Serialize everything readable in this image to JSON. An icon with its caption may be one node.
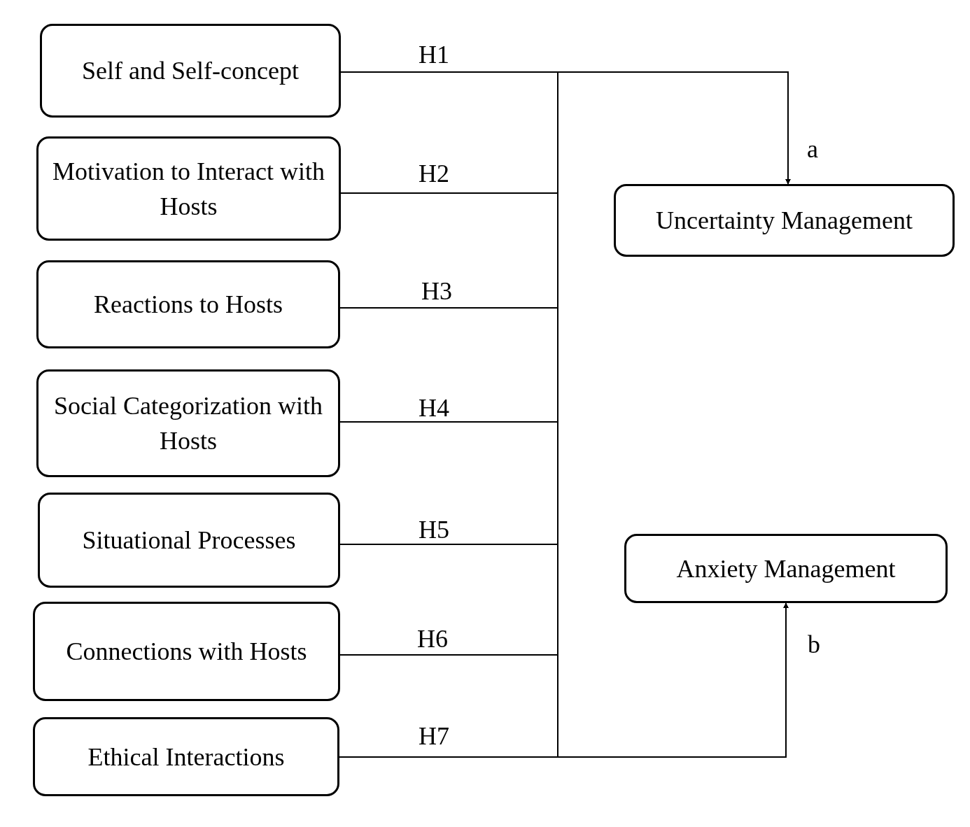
{
  "diagram": {
    "nodes": [
      {
        "text": [
          "Self and Self-concept"
        ]
      },
      {
        "text": [
          "Motivation to Interact with Hosts"
        ]
      },
      {
        "text": [
          "Reactions to Hosts"
        ]
      },
      {
        "text": [
          "Social Categorization with Hosts"
        ]
      },
      {
        "text": [
          "Situational Processes"
        ]
      },
      {
        "text": [
          "Connections with Hosts"
        ]
      },
      {
        "text": [
          "Ethical Interactions"
        ]
      },
      {
        "text": [
          "Uncertainty Management"
        ]
      },
      {
        "text": [
          "Anxiety Management"
        ]
      }
    ],
    "edges": [
      {
        "from": 0,
        "to": 7,
        "arrow": "to"
      },
      {
        "from": 0,
        "to": 8,
        "arrow": "to"
      },
      {
        "from": 1,
        "to": 7,
        "arrow": "to"
      },
      {
        "from": 1,
        "to": 8,
        "arrow": "to"
      },
      {
        "from": 2,
        "to": 7,
        "arrow": "to"
      },
      {
        "from": 2,
        "to": 8,
        "arrow": "to"
      },
      {
        "from": 3,
        "to": 7,
        "arrow": "to"
      },
      {
        "from": 3,
        "to": 8,
        "arrow": "to"
      },
      {
        "from": 4,
        "to": 7,
        "arrow": "to"
      },
      {
        "from": 4,
        "to": 8,
        "arrow": "to"
      },
      {
        "from": 5,
        "to": 7,
        "arrow": "to"
      },
      {
        "from": 5,
        "to": 8,
        "arrow": "to"
      },
      {
        "from": 6,
        "to": 7,
        "arrow": "to"
      },
      {
        "from": 6,
        "to": 8,
        "arrow": "to"
      }
    ],
    "labels": [
      "H1",
      "a",
      "H2",
      "H3",
      "H4",
      "H5",
      "H6",
      "b",
      "H7"
    ]
  }
}
